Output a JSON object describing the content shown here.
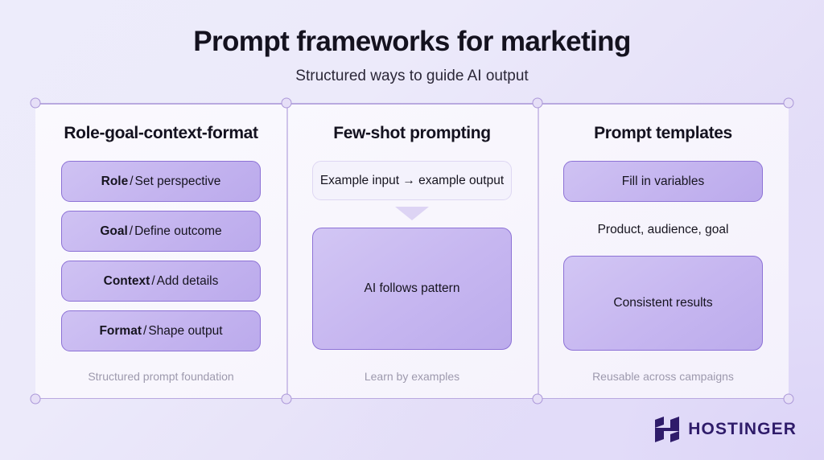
{
  "header": {
    "title": "Prompt frameworks for marketing",
    "subtitle": "Structured ways to guide AI output"
  },
  "columns": [
    {
      "title": "Role-goal-context-format",
      "caption": "Structured prompt foundation",
      "items": [
        {
          "term": "Role",
          "sep": "/",
          "desc": "Set perspective"
        },
        {
          "term": "Goal",
          "sep": "/",
          "desc": "Define outcome"
        },
        {
          "term": "Context",
          "sep": "/",
          "desc": "Add details"
        },
        {
          "term": "Format",
          "sep": "/",
          "desc": "Shape output"
        }
      ]
    },
    {
      "title": "Few-shot prompting",
      "caption": "Learn by examples",
      "input_box": "Example input → example output",
      "arrow_icon": "arrow-down-icon",
      "result_box": "AI follows pattern"
    },
    {
      "title": "Prompt templates",
      "caption": "Reusable across campaigns",
      "top_box": "Fill in variables",
      "note": "Product, audience, goal",
      "bottom_box": "Consistent results"
    }
  ],
  "logo": {
    "mark_icon": "hostinger-h-mark-icon",
    "wordmark": "HOSTINGER",
    "color": "#2f1c6a"
  },
  "theme": {
    "accent": "#8d72d6",
    "chip_fill": "#c4b4ef",
    "frame_line": "#b9a9e0",
    "caption_text": "#9d99ad",
    "title_text": "#14121f"
  }
}
